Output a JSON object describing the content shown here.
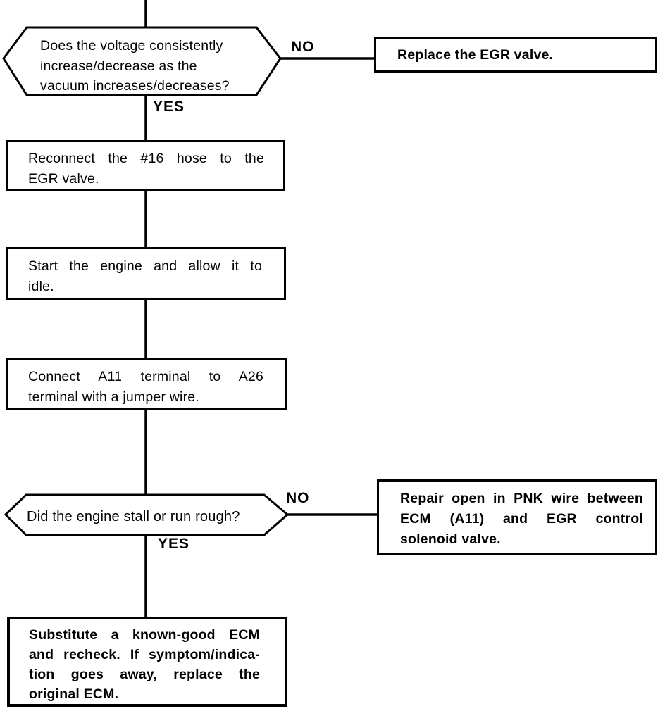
{
  "flowchart": {
    "colors": {
      "background": "#ffffff",
      "ink": "#000000"
    },
    "nodes": {
      "decision_voltage": {
        "type": "decision",
        "lines": [
          "Does the voltage consistently",
          "increase/decrease as the",
          "vacuum increases/decreases?"
        ]
      },
      "replace_egr": {
        "type": "action",
        "lines": [
          "Replace the EGR valve."
        ]
      },
      "reconnect_hose": {
        "type": "step",
        "lines": [
          "Reconnect the #16 hose to the",
          "EGR valve."
        ]
      },
      "start_engine": {
        "type": "step",
        "lines": [
          "Start the engine and allow it to",
          "idle."
        ]
      },
      "connect_jumper": {
        "type": "step",
        "lines": [
          "Connect A11 terminal to A26",
          "terminal with a jumper wire."
        ]
      },
      "decision_stall": {
        "type": "decision",
        "lines": [
          "Did the engine stall or run rough?"
        ]
      },
      "repair_pnk": {
        "type": "action",
        "lines": [
          "Repair open in PNK wire between",
          "ECM (A11) and EGR control",
          "solenoid valve."
        ]
      },
      "substitute_ecm": {
        "type": "action",
        "lines": [
          "Substitute a known-good ECM",
          "and recheck. If symptom/indica-",
          "tion goes away, replace the",
          "original ECM."
        ]
      }
    },
    "labels": {
      "decision_voltage_no": "NO",
      "decision_voltage_yes": "YES",
      "decision_stall_no": "NO",
      "decision_stall_yes": "YES"
    }
  }
}
